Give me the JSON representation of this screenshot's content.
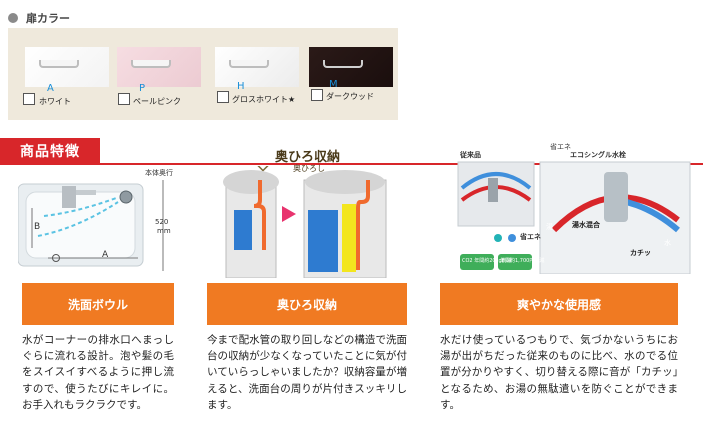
{
  "door_colors": {
    "title": "扉カラー",
    "swatches": [
      {
        "code": "A",
        "name": "ホワイト",
        "color": "#f7f7f7"
      },
      {
        "code": "P",
        "name": "ペールピンク",
        "color": "#f0d3d9"
      },
      {
        "code": "H",
        "name": "グロスホワイト★",
        "color": "#f5f5f5"
      },
      {
        "code": "M",
        "name": "ダークウッド",
        "color": "#24140f"
      }
    ]
  },
  "features": {
    "title": "商品特徴",
    "accent_color": "#d8262a",
    "button_color": "#f07a22",
    "columns": [
      {
        "label": "洗面ボウル",
        "description": "水がコーナーの排水口へまっしぐらに流れる設計。泡や髪の毛をスイスイすべるように押し流すので、使うたびにキレイに。お手入れもラクラクです。",
        "diagram": {
          "depth_label": "本体奥行",
          "depth_value": "520",
          "depth_unit": "mm",
          "label_a": "A",
          "label_b": "B"
        }
      },
      {
        "label": "奥ひろ収納",
        "description": "今まで配水管の取り回しなどの構造で洗面台の収納が少なくなっていたことに気が付いていらっしゃいましたか？収納容量が増えると、洗面台の周りが片付きスッキリします。",
        "logo": {
          "main": "奥ひろ収納",
          "sub": "奥ひろし"
        }
      },
      {
        "label": "爽やかな使用感",
        "description": "水だけ使っているつもりで、気づかないうちにお湯が出がちだった従来のものに比べ、水のでる位置が分かりやすく、切り替える際に音が「カチッ」となるため、お湯の無駄遣いを防ぐことができます。",
        "diagram": {
          "eco_tag": "省エネ",
          "conventional": "従来品",
          "eco_faucet": "エコシングル水栓",
          "hot_mix": "湯水混合",
          "click": "カチッ",
          "water": "水",
          "hot": "湯",
          "eco_small": "省エネ",
          "co2_label": "CO2 年間約20kg削減",
          "cost_label": "年間約1,700円削減"
        }
      }
    ]
  }
}
